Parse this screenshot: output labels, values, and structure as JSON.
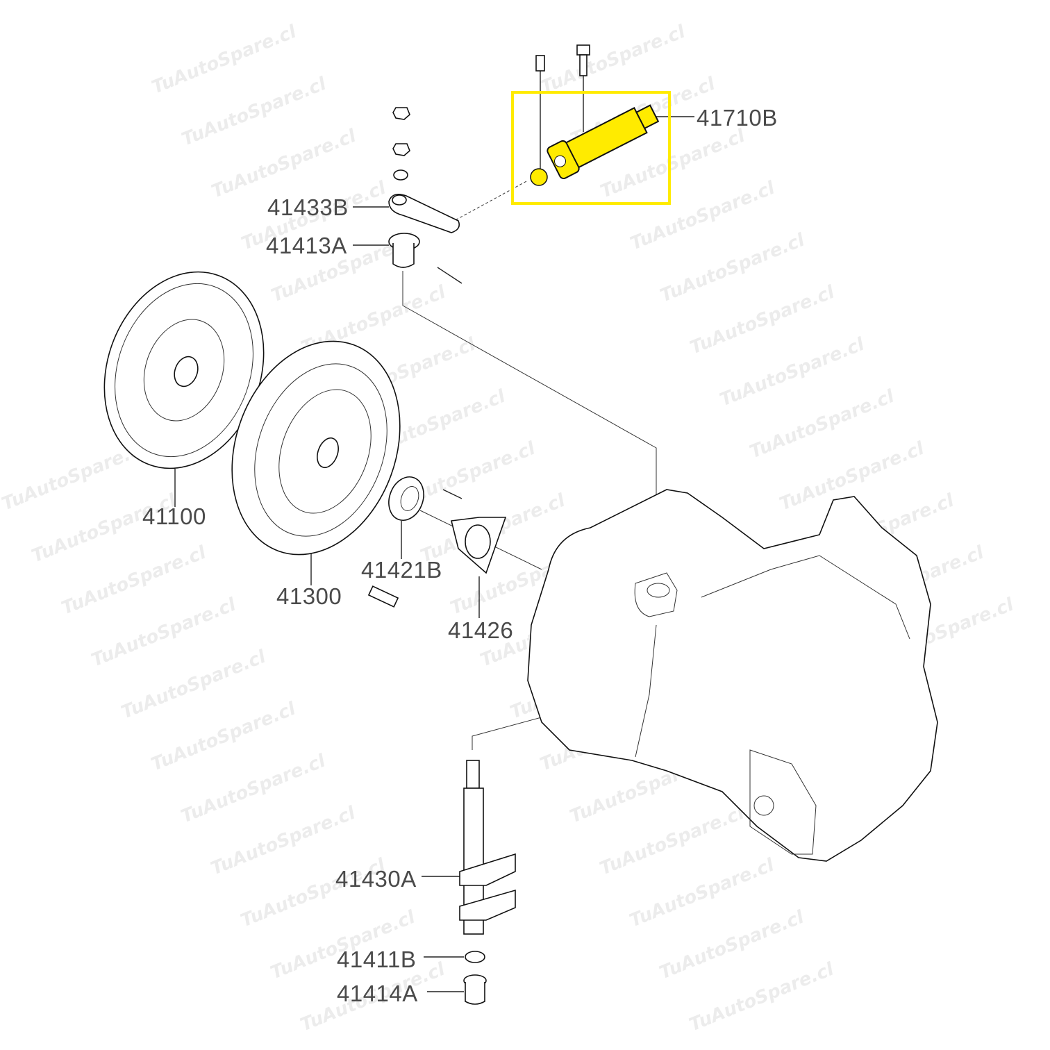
{
  "watermark": "TuAutoSpare.cl",
  "highlight_color": "#ffeb00",
  "callouts": {
    "c41710B": "41710B",
    "c41433B": "41433B",
    "c41413A": "41413A",
    "c41100": "41100",
    "c41300": "41300",
    "c41421B": "41421B",
    "c41426": "41426",
    "c41430A": "41430A",
    "c41411B": "41411B",
    "c41414A": "41414A"
  }
}
